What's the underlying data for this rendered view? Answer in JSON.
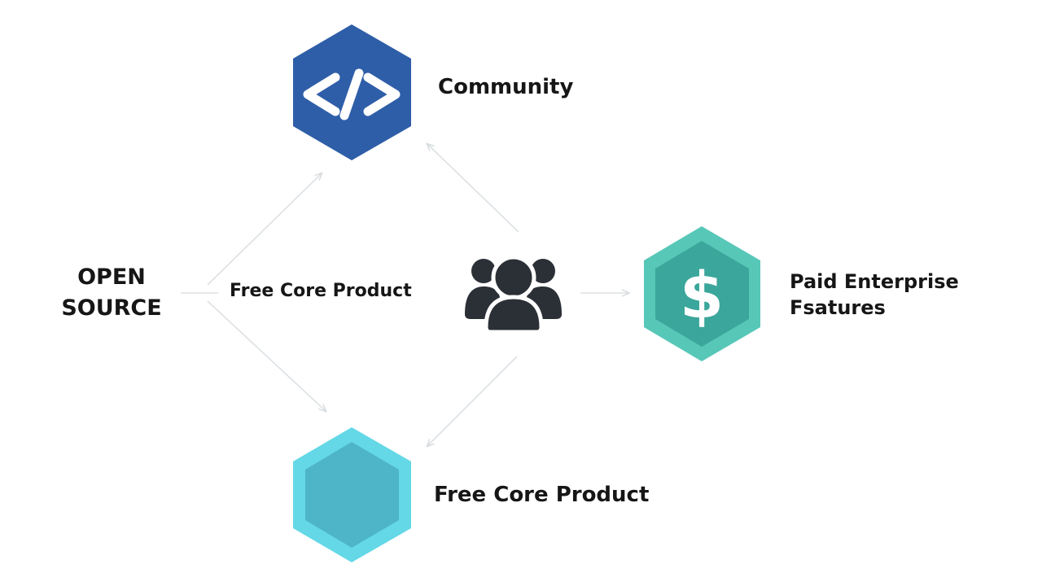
{
  "left_label": {
    "line1": "OPEN",
    "line2": "SOURCE"
  },
  "center_label": "Free Core Product",
  "nodes": {
    "community": {
      "label": "Community",
      "icon": "code-icon",
      "color": "#2f5ea8"
    },
    "paid": {
      "line1": "Paid Enterprise",
      "line2": "Fsatures",
      "icon": "dollar-icon",
      "color_outer": "#57c7b8",
      "color_inner": "#3ba69b"
    },
    "free": {
      "label": "Free Core Product",
      "color_outer": "#64d8e6",
      "color_inner": "#4eb4c8"
    }
  },
  "center_icon": {
    "name": "users-group-icon",
    "color": "#2b2f36"
  },
  "connector_color": "#d7dcdf"
}
